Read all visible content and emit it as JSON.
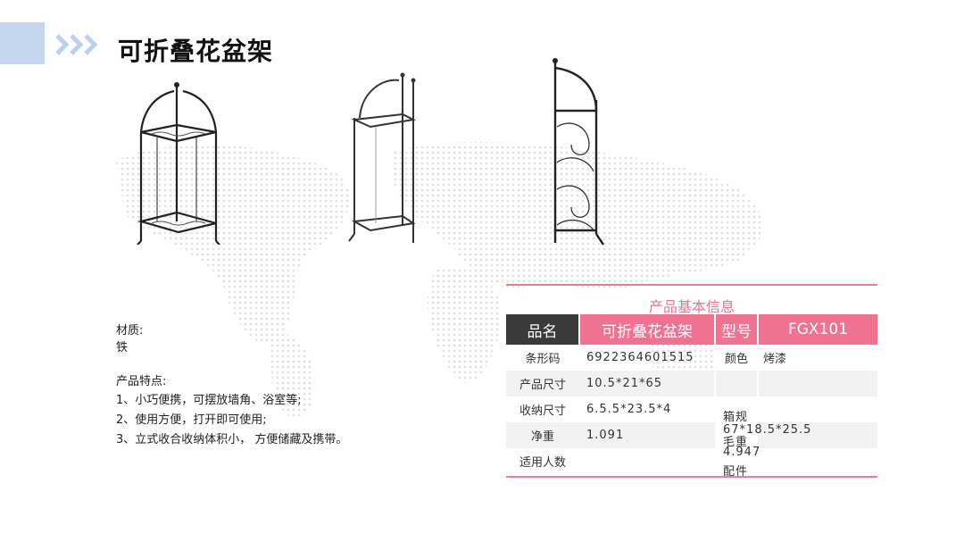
{
  "header": {
    "title": "可折叠花盆架"
  },
  "icons": {
    "corner": "square-block",
    "chevrons": "triple-chevron-right-icon"
  },
  "colors": {
    "accent_pink": "#ef7391",
    "dark_header": "#3a3a3a",
    "light_blue": "#c5d6ef"
  },
  "material": {
    "label": "材质:",
    "value": "铁"
  },
  "features": {
    "title": "产品特点:",
    "items": [
      "1、小巧便携，可摆放墙角、浴室等;",
      "2、使用方便，打开即可使用;",
      " 3、立式收合收纳体积小， 方便储藏及携带。"
    ]
  },
  "info": {
    "title": "产品基本信息",
    "head": {
      "name_label": "品名",
      "name_value": "可折叠花盆架",
      "model_label": "型号",
      "model_value": "FGX101"
    },
    "barcode_label": "条形码",
    "barcode_value": "6922364601515",
    "color_label": "颜色",
    "color_value": "烤漆",
    "size_label": "产品尺寸",
    "size_value": "10.5*21*65",
    "fold_label": "收纳尺寸",
    "fold_value": "6.5.5*23.5*4",
    "box_label": "箱规",
    "box_value": "67*18.5*25.5",
    "net_label": "净重",
    "net_value": "1.091",
    "gross_label": "毛重",
    "gross_value": "4.947",
    "users_label": "适用人数",
    "accessories_label": "配件"
  }
}
